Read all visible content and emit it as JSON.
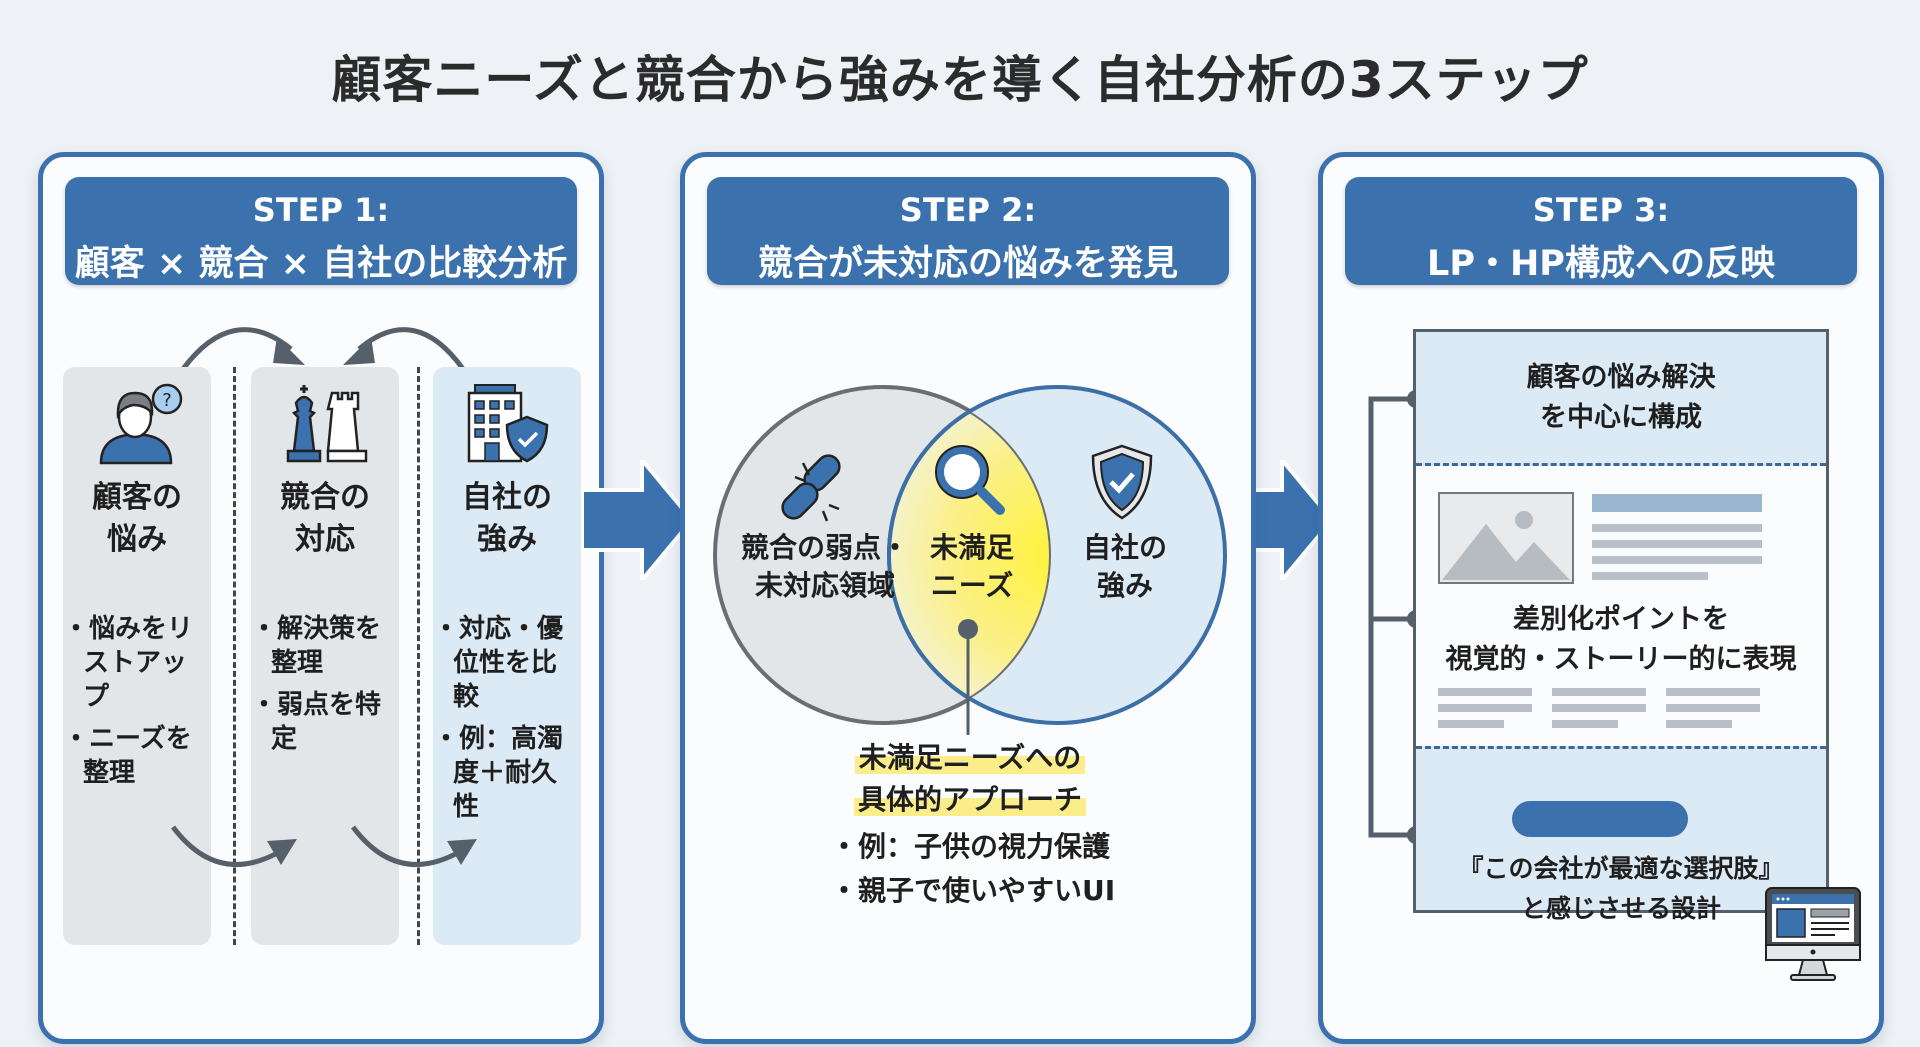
{
  "title": "顧客ニーズと競合から強みを導く自社分析の3ステップ",
  "colors": {
    "primary_blue": "#3b72ae",
    "light_blue": "#dceaf5",
    "light_gray": "#e3e6e9",
    "highlight_yellow": "#fbee8a",
    "dark_gray": "#56606a"
  },
  "step1": {
    "step_no": "STEP 1:",
    "title": "顧客 × 競合 × 自社の比較分析",
    "columns": [
      {
        "icon": "person-question-icon",
        "title": "顧客の\n悩み",
        "bullets": [
          "悩みをリストアップ",
          "ニーズを整理"
        ]
      },
      {
        "icon": "chess-pieces-icon",
        "title": "競合の\n対応",
        "bullets": [
          "解決策を整理",
          "弱点を特定"
        ]
      },
      {
        "icon": "building-shield-icon",
        "title": "自社の\n強み",
        "bullets": [
          "対応・優位性を比較",
          "例：高濁度＋耐久性"
        ]
      }
    ]
  },
  "step2": {
    "step_no": "STEP 2:",
    "title": "競合が未対応の悩みを発見",
    "venn": {
      "left": {
        "icon": "broken-chain-icon",
        "label": "競合の弱点・\n未対応領域"
      },
      "center": {
        "icon": "magnifier-icon",
        "label": "未満足\nニーズ"
      },
      "right": {
        "icon": "shield-check-icon",
        "label": "自社の\n強み"
      }
    },
    "approach_lines": [
      "未満足ニーズへの",
      "具体的アプローチ"
    ],
    "examples": [
      "例：子供の視力保護",
      "親子で使いやすいUI"
    ]
  },
  "step3": {
    "step_no": "STEP 3:",
    "title": "LP・HP構成への反映",
    "sections": [
      {
        "label": "顧客の悩み解決\nを中心に構成"
      },
      {
        "label": "差別化ポイントを\n視覚的・ストーリー的に表現"
      },
      {
        "label": "『この会社が最適な選択肢』\nと感じさせる設計"
      }
    ],
    "device_icon": "desktop-monitor-icon"
  }
}
